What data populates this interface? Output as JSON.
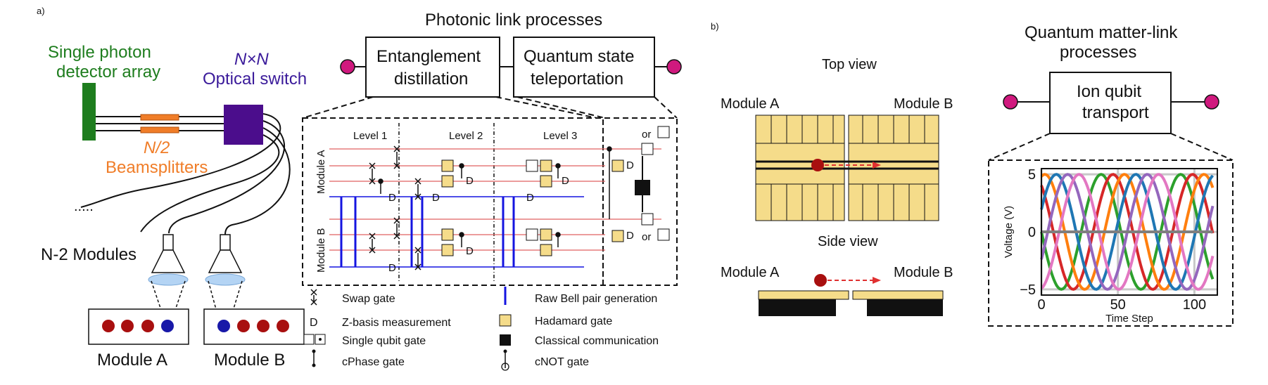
{
  "panel_a": {
    "tag": "a)",
    "detector_label": [
      "Single photon",
      "detector array"
    ],
    "switch_label": [
      "N×N",
      "Optical switch"
    ],
    "beamsplitter_label": [
      "N/2",
      "Beamsplitters"
    ],
    "modules_label": "N-2 Modules",
    "dots": ".....",
    "module_a": "Module A",
    "module_b": "Module B",
    "title": "Photonic link processes",
    "box1": [
      "Entanglement",
      "distillation"
    ],
    "box2": [
      "Quantum state",
      "teleportation"
    ],
    "circuit": {
      "levels": [
        "Level 1",
        "Level 2",
        "Level 3"
      ],
      "row_a": "Module A",
      "row_b": "Module B",
      "or": "or",
      "meas": "D"
    },
    "legend": {
      "swap": "Swap gate",
      "z_meas_symbol": "D",
      "z_meas": "Z-basis measurement",
      "single": "Single qubit gate",
      "cphase": "cPhase gate",
      "bell": "Raw Bell pair generation",
      "hadamard": "Hadamard gate",
      "classical": "Classical communication",
      "cnot": "cNOT gate"
    }
  },
  "panel_b": {
    "tag": "b)",
    "top_view": "Top view",
    "side_view": "Side view",
    "module_a": "Module A",
    "module_b": "Module B",
    "title": [
      "Quantum matter-link",
      "processes"
    ],
    "box": [
      "Ion qubit",
      "transport"
    ]
  },
  "colors": {
    "detector": "#1e7d1e",
    "beamsplitter": "#f07d28",
    "switch": "#4b0d8c",
    "switch_text": "#3a1a9a",
    "port": "#d0197e",
    "ion_red": "#a80f0f",
    "ion_blue": "#1818a8",
    "bell": "#1414e0",
    "hadamard": "#f5dc8a",
    "electrode": "#f5dc8a",
    "wire": "#e06060"
  },
  "chart_data": {
    "type": "line",
    "title": "",
    "xlabel": "Time Step",
    "ylabel": "Voltage (V)",
    "xlim": [
      0,
      115
    ],
    "ylim": [
      -5.5,
      5.5
    ],
    "x_ticks": [
      0,
      50,
      100
    ],
    "y_ticks": [
      5,
      0,
      -5
    ],
    "grid": true,
    "legend": "none",
    "series": [
      {
        "color": "#2ca02c",
        "amplitude": 5,
        "period": 52,
        "phase": 3.14
      },
      {
        "color": "#d62728",
        "amplitude": 5,
        "period": 52,
        "phase": 2.2
      },
      {
        "color": "#ff7f0e",
        "amplitude": 5,
        "period": 52,
        "phase": 1.3
      },
      {
        "color": "#1f77b4",
        "amplitude": 5,
        "period": 52,
        "phase": 0.4
      },
      {
        "color": "#9467bd",
        "amplitude": 5,
        "period": 52,
        "phase": -0.5
      },
      {
        "color": "#e377c2",
        "amplitude": 5,
        "period": 52,
        "phase": -1.4
      },
      {
        "color": "#7f7f7f",
        "amplitude": 0,
        "period": 52,
        "phase": 0
      }
    ]
  }
}
